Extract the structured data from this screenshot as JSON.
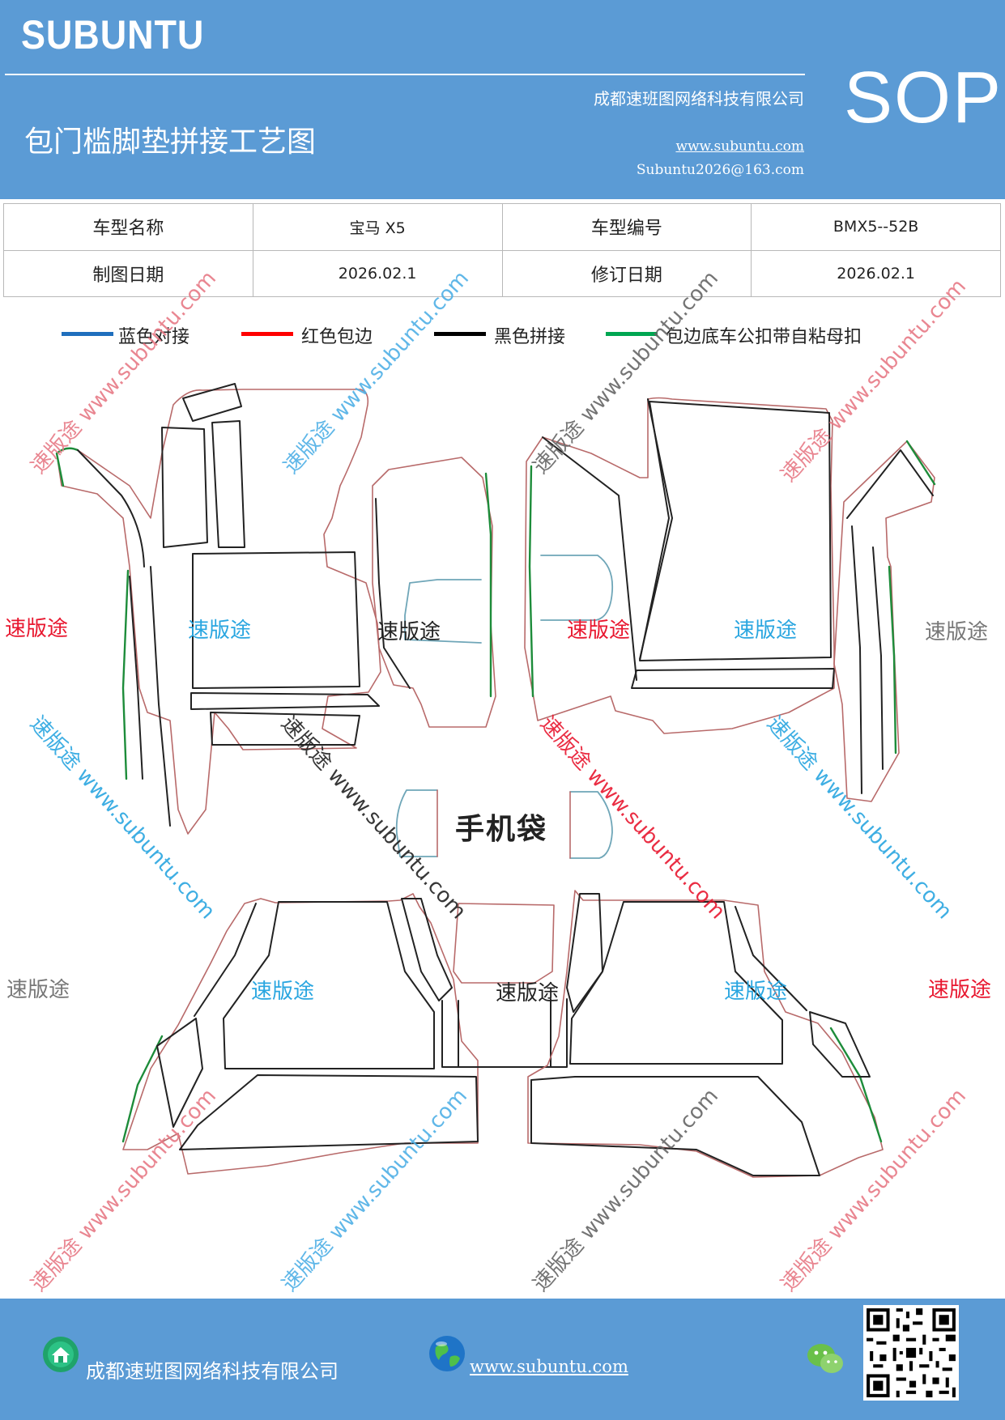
{
  "header": {
    "brand": "SUBUNTU",
    "title": "包门槛脚垫拼接工艺图",
    "company": "成都速班图网络科技有限公司",
    "website": "www.subuntu.com",
    "email": "Subuntu2026@163.com",
    "sop": "SOP"
  },
  "info": {
    "model_name_label": "车型名称",
    "model_name": "宝马 X5",
    "model_code_label": "车型编号",
    "model_code": "BMX5--52B",
    "draw_date_label": "制图日期",
    "draw_date": "2026.02.1",
    "revise_date_label": "修订日期",
    "revise_date": "2026.02.1"
  },
  "legend": [
    {
      "label": "蓝色对接",
      "color": "#1f6fbd"
    },
    {
      "label": "红色包边",
      "color": "#ff0000"
    },
    {
      "label": "黑色拼接",
      "color": "#000000"
    },
    {
      "label": "包边底车公扣带自粘母扣",
      "color": "#00a651"
    }
  ],
  "diagram": {
    "pocket_label": "手机袋",
    "watermark_brand": "速版途",
    "watermark_url": "www.subuntu.com"
  },
  "footer": {
    "company": "成都速班图网络科技有限公司",
    "website": "www.subuntu.com"
  },
  "colors": {
    "header_bg": "#5b9bd5",
    "outline_red": "#b86a6a",
    "outline_black": "#222222",
    "outline_green": "#1d8c3a",
    "outline_blue": "#6fa6b8"
  }
}
